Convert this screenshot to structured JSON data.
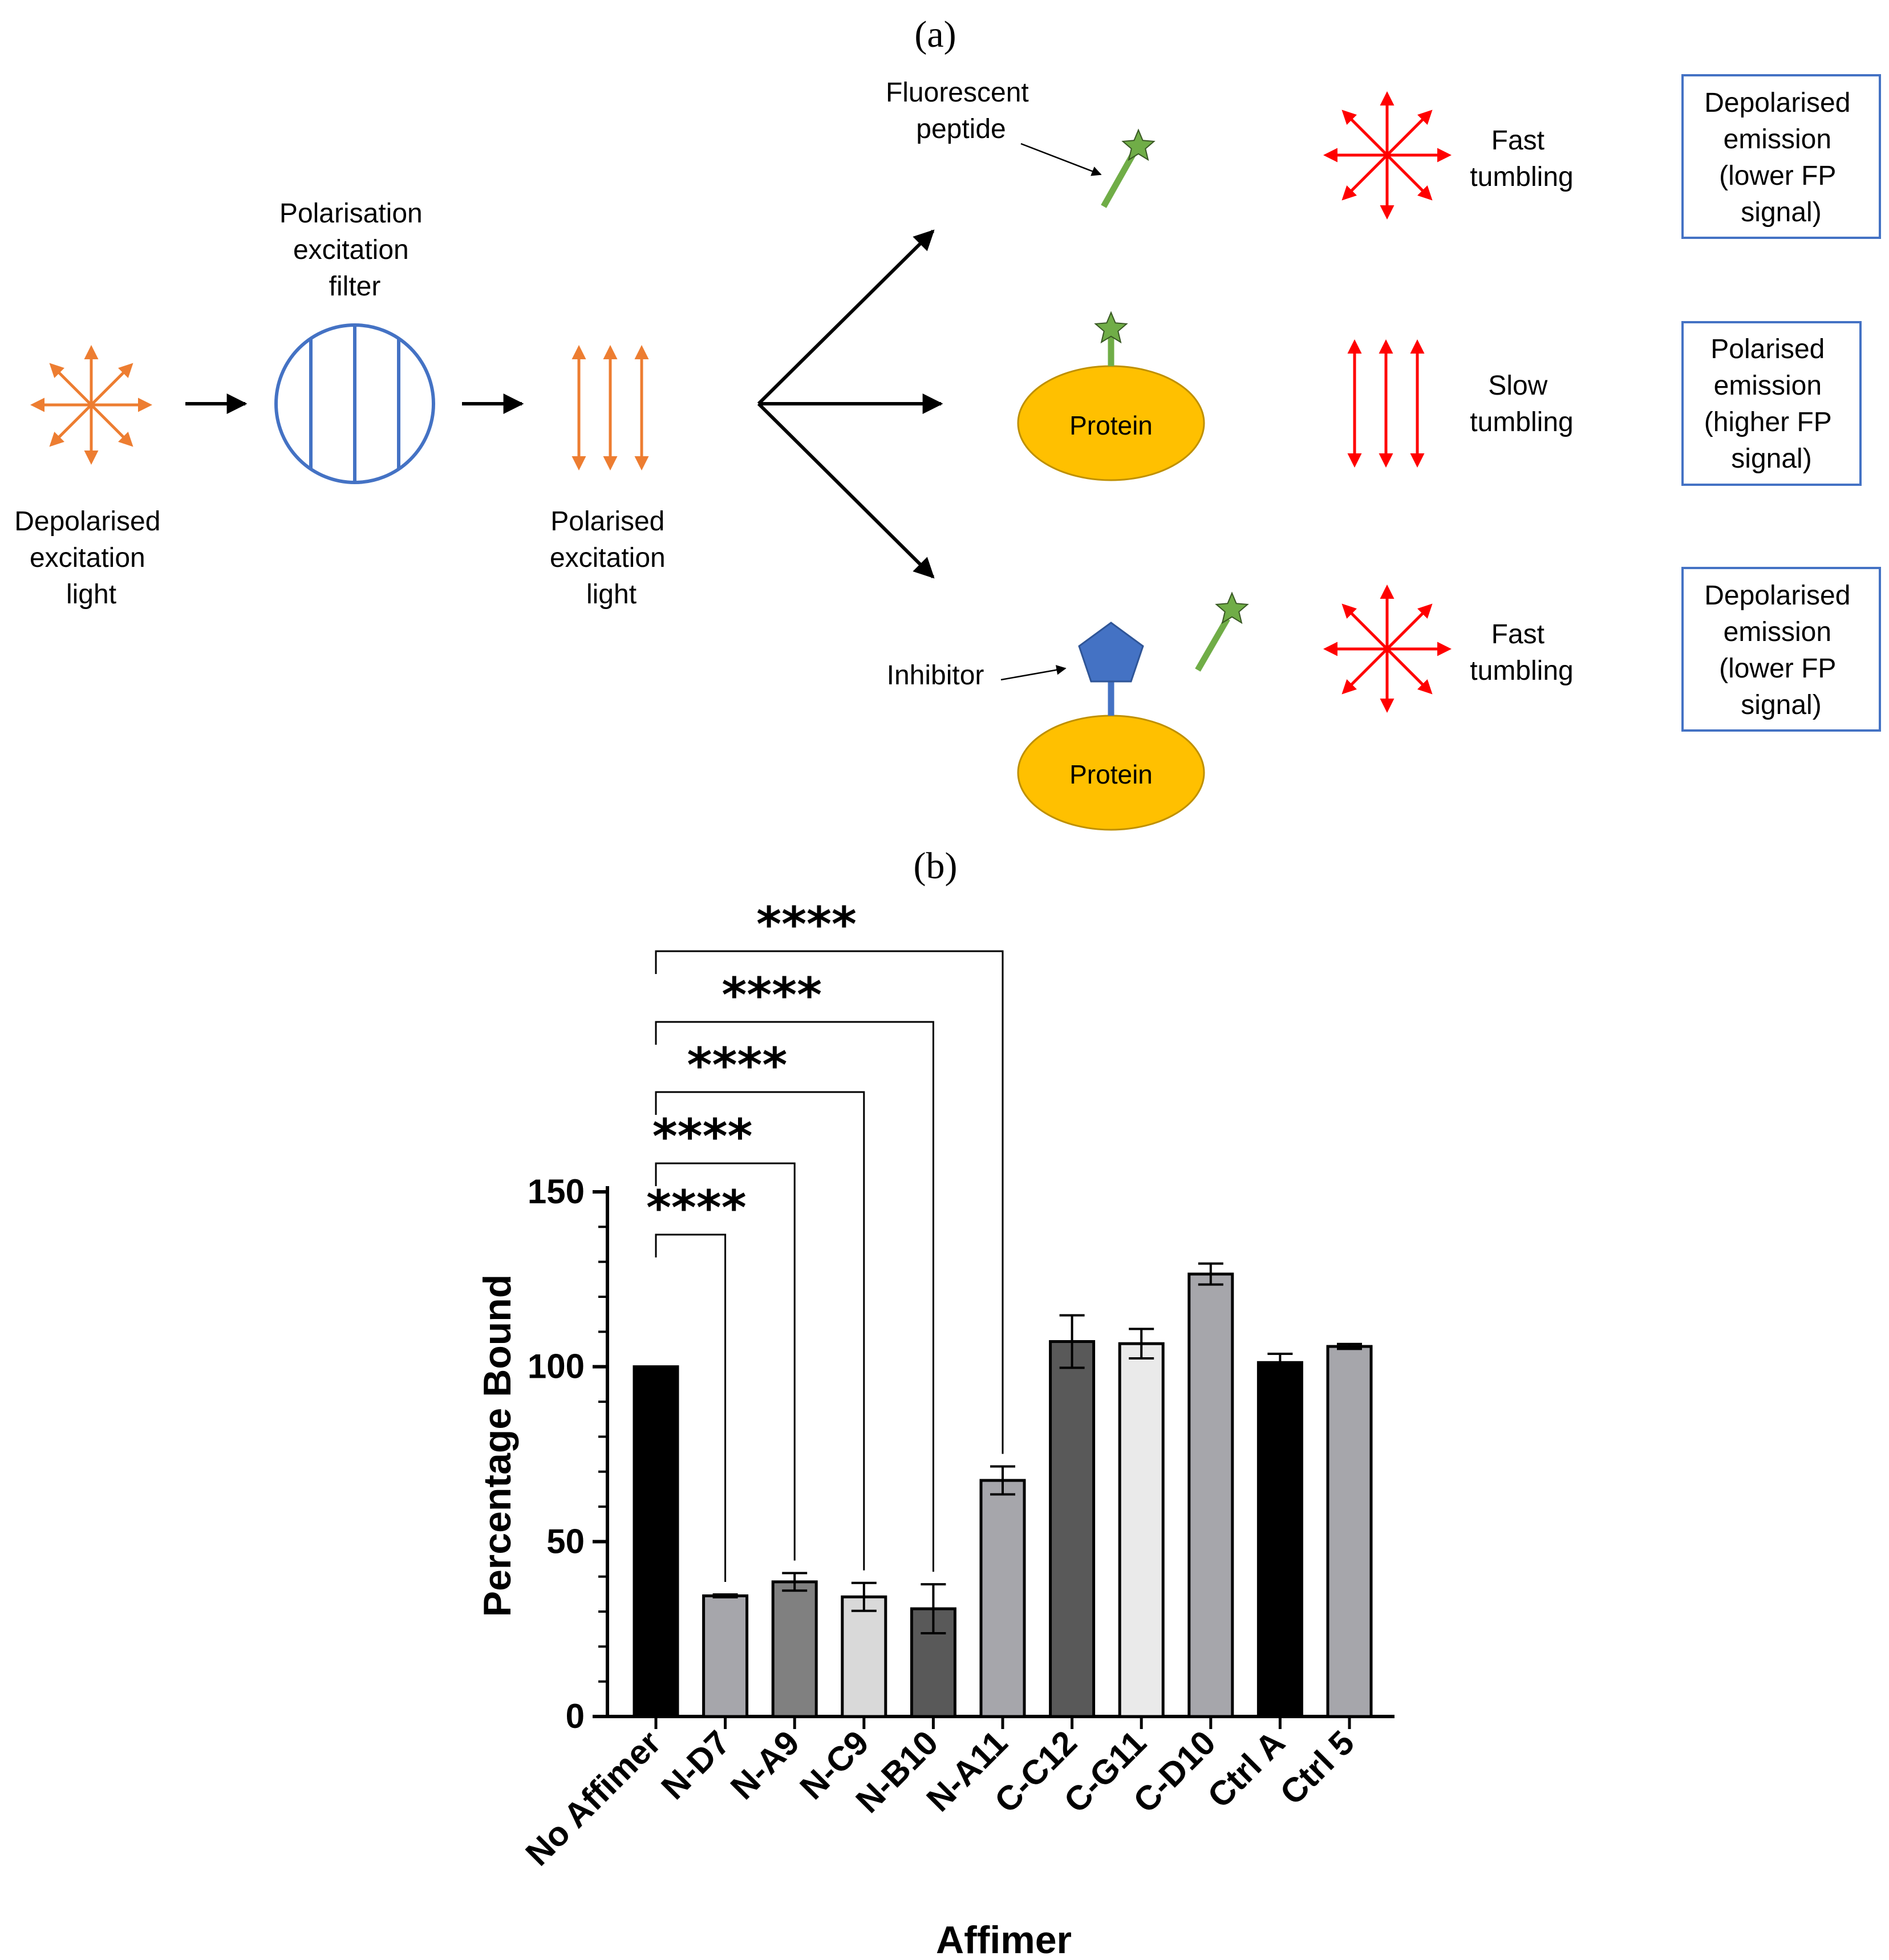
{
  "panel_a": {
    "label": "(a)",
    "depolarised_light": [
      "Depolarised",
      "excitation",
      "light"
    ],
    "filter": [
      "Polarisation",
      "excitation",
      "filter"
    ],
    "polarised_light": [
      "Polarised",
      "excitation",
      "light"
    ],
    "fluorescent_peptide": [
      "Fluorescent",
      "peptide"
    ],
    "inhibitor": "Inhibitor",
    "protein": "Protein",
    "rows": [
      {
        "tumbling": [
          "Fast",
          "tumbling"
        ],
        "box": [
          "Depolarised",
          "emission",
          "(lower FP",
          "signal)"
        ]
      },
      {
        "tumbling": [
          "Slow",
          "tumbling"
        ],
        "box": [
          "Polarised",
          "emission",
          "(higher FP",
          "signal)"
        ]
      },
      {
        "tumbling": [
          "Fast",
          "tumbling"
        ],
        "box": [
          "Depolarised",
          "emission",
          "(lower FP",
          "signal)"
        ]
      }
    ],
    "colors": {
      "orange": "#ED7D31",
      "blue": "#4472C4",
      "green": "#70AD47",
      "red": "#FF0000",
      "protein": "#FFC000"
    }
  },
  "panel_b": {
    "label": "(b)"
  },
  "chart_data": {
    "type": "bar",
    "xlabel": "Affimer",
    "ylabel": "Percentage Bound",
    "ylim": [
      0,
      150
    ],
    "yticks": [
      "0",
      "50",
      "100",
      "150"
    ],
    "categories": [
      "No Affimer",
      "N-D7",
      "N-A9",
      "N-C9",
      "N-B10",
      "N-A11",
      "C-C12",
      "C-G11",
      "C-D10",
      "Ctrl A",
      "Ctrl 5"
    ],
    "values": [
      100,
      34.5,
      38.5,
      34.2,
      30.8,
      67.5,
      107.2,
      106.6,
      126.5,
      101.2,
      105.8
    ],
    "errors": [
      0,
      0.4,
      2.5,
      4,
      7,
      4,
      7.5,
      4.2,
      3,
      2.5,
      0.7
    ],
    "bar_colors": [
      "#000000",
      "#A6A6AB",
      "#808080",
      "#D9D9D9",
      "#595959",
      "#A6A6AB",
      "#595959",
      "#EAEAEA",
      "#A6A6AB",
      "#000000",
      "#A6A6AB"
    ],
    "significance": [
      {
        "from": "No Affimer",
        "to": "N-D7",
        "label": "****"
      },
      {
        "from": "No Affimer",
        "to": "N-A9",
        "label": "****"
      },
      {
        "from": "No Affimer",
        "to": "N-C9",
        "label": "****"
      },
      {
        "from": "No Affimer",
        "to": "N-B10",
        "label": "****"
      },
      {
        "from": "No Affimer",
        "to": "N-A11",
        "label": "****"
      }
    ]
  }
}
